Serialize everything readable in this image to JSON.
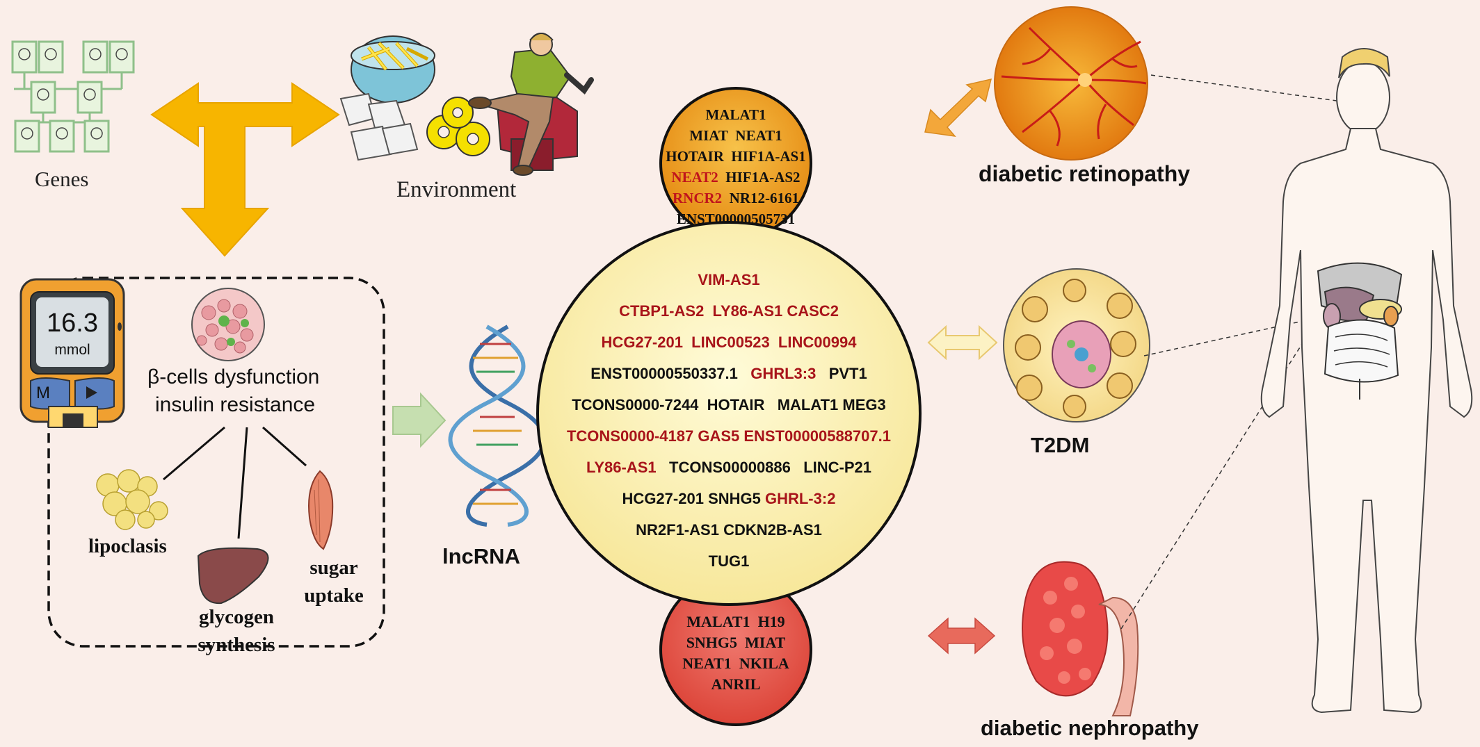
{
  "left": {
    "genes_label": "Genes",
    "environment_label": "Environment",
    "meter_value": "16.3",
    "meter_unit": "mmol",
    "meter_button_left": "M",
    "dysfunction_line1": "β-cells dysfunction",
    "dysfunction_line2": "insulin resistance",
    "lipoclasis": "lipoclasis",
    "glycogen_line1": "glycogen",
    "glycogen_line2": "synthesis",
    "sugar_line1": "sugar",
    "sugar_line2": "uptake",
    "lncrna_label": "lncRNA"
  },
  "retinopathy": {
    "label": "diabetic retinopathy",
    "row1": {
      "a": "MALAT1"
    },
    "row2": {
      "a": "MIAT",
      "b": "NEAT1"
    },
    "row3": {
      "a": "HOTAIR",
      "b": "HIF1A-AS1"
    },
    "row4": {
      "a": "NEAT2",
      "b": "HIF1A-AS2"
    },
    "row5": {
      "a": "RNCR2",
      "b": "NR12-6161"
    },
    "row6": {
      "a": "ENST00000505731"
    }
  },
  "t2dm": {
    "label": "T2DM",
    "r1": {
      "a": "VIM-AS1"
    },
    "r2": {
      "a": "CTBP1-AS2",
      "b": "LY86-AS1",
      "c": "CASC2"
    },
    "r3": {
      "a": "HCG27-201",
      "b": "LINC00523",
      "c": "LINC00994"
    },
    "r4": {
      "a": "ENST00000550337.1",
      "b": "GHRL3:3",
      "c": "PVT1"
    },
    "r5": {
      "a": "TCONS0000-7244",
      "b": "HOTAIR",
      "c": "MALAT1",
      "d": "MEG3"
    },
    "r6": {
      "a": "TCONS0000-4187",
      "b": "GAS5",
      "c": "ENST00000588707.1"
    },
    "r7": {
      "a": "LY86-AS1",
      "b": "TCONS00000886",
      "c": "LINC-P21"
    },
    "r8": {
      "a": "HCG27-201",
      "b": "SNHG5",
      "c": "GHRL-3:2"
    },
    "r9": {
      "a": "NR2F1-AS1",
      "b": "CDKN2B-AS1"
    },
    "r10": {
      "a": "TUG1"
    }
  },
  "nephropathy": {
    "label": "diabetic nephropathy",
    "r1": {
      "a": "MALAT1",
      "b": "H19"
    },
    "r2": {
      "a": "SNHG5",
      "b": "MIAT"
    },
    "r3": {
      "a": "NEAT1",
      "b": "NKILA"
    },
    "r4": {
      "a": "ANRIL"
    }
  },
  "colors": {
    "background": "#faeee9",
    "highlight_red": "#c0141c",
    "retinopathy_circle": "#f0a020",
    "t2dm_circle": "#fdf1b4",
    "nephropathy_circle": "#e85a50",
    "arrow_yellow": "#f7b500"
  }
}
